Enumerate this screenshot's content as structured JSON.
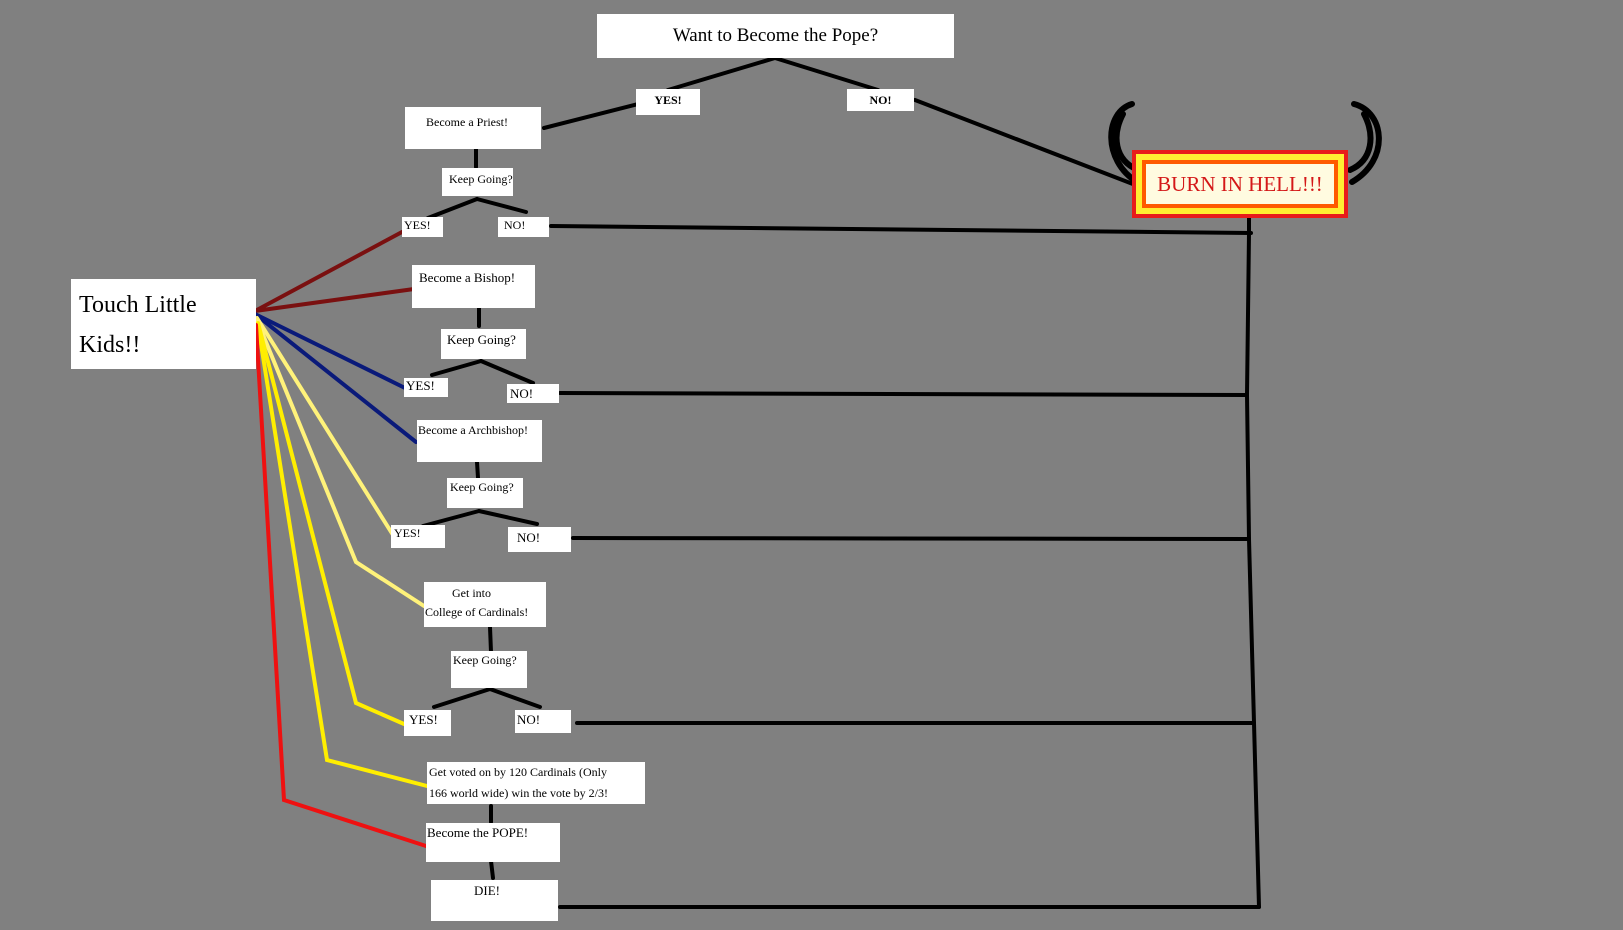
{
  "question": "Want to Become the Pope?",
  "yes_label": "YES!",
  "no_label": "NO!",
  "keep_going": "Keep Going?",
  "burn": "BURN IN HELL!!!",
  "touch": "Touch Little Kids!!",
  "stages": {
    "priest": "Become a Priest!",
    "bishop": "Become a Bishop!",
    "archbishop": "Become a Archbishop!",
    "cardinals_line1": "Get into",
    "cardinals_line2": "College of Cardinals!",
    "vote_line1": "Get voted on by 120 Cardinals (Only",
    "vote_line2": "166 world wide) win the vote by 2/3!",
    "pope": "Become the POPE!",
    "die": "DIE!"
  },
  "colors": {
    "background": "#808080",
    "dark_red": "#7a1010",
    "navy": "#0a1a7a",
    "light_yellow": "#fff27a",
    "yellow": "#ffee00",
    "red": "#ee1111",
    "black": "#000000"
  }
}
